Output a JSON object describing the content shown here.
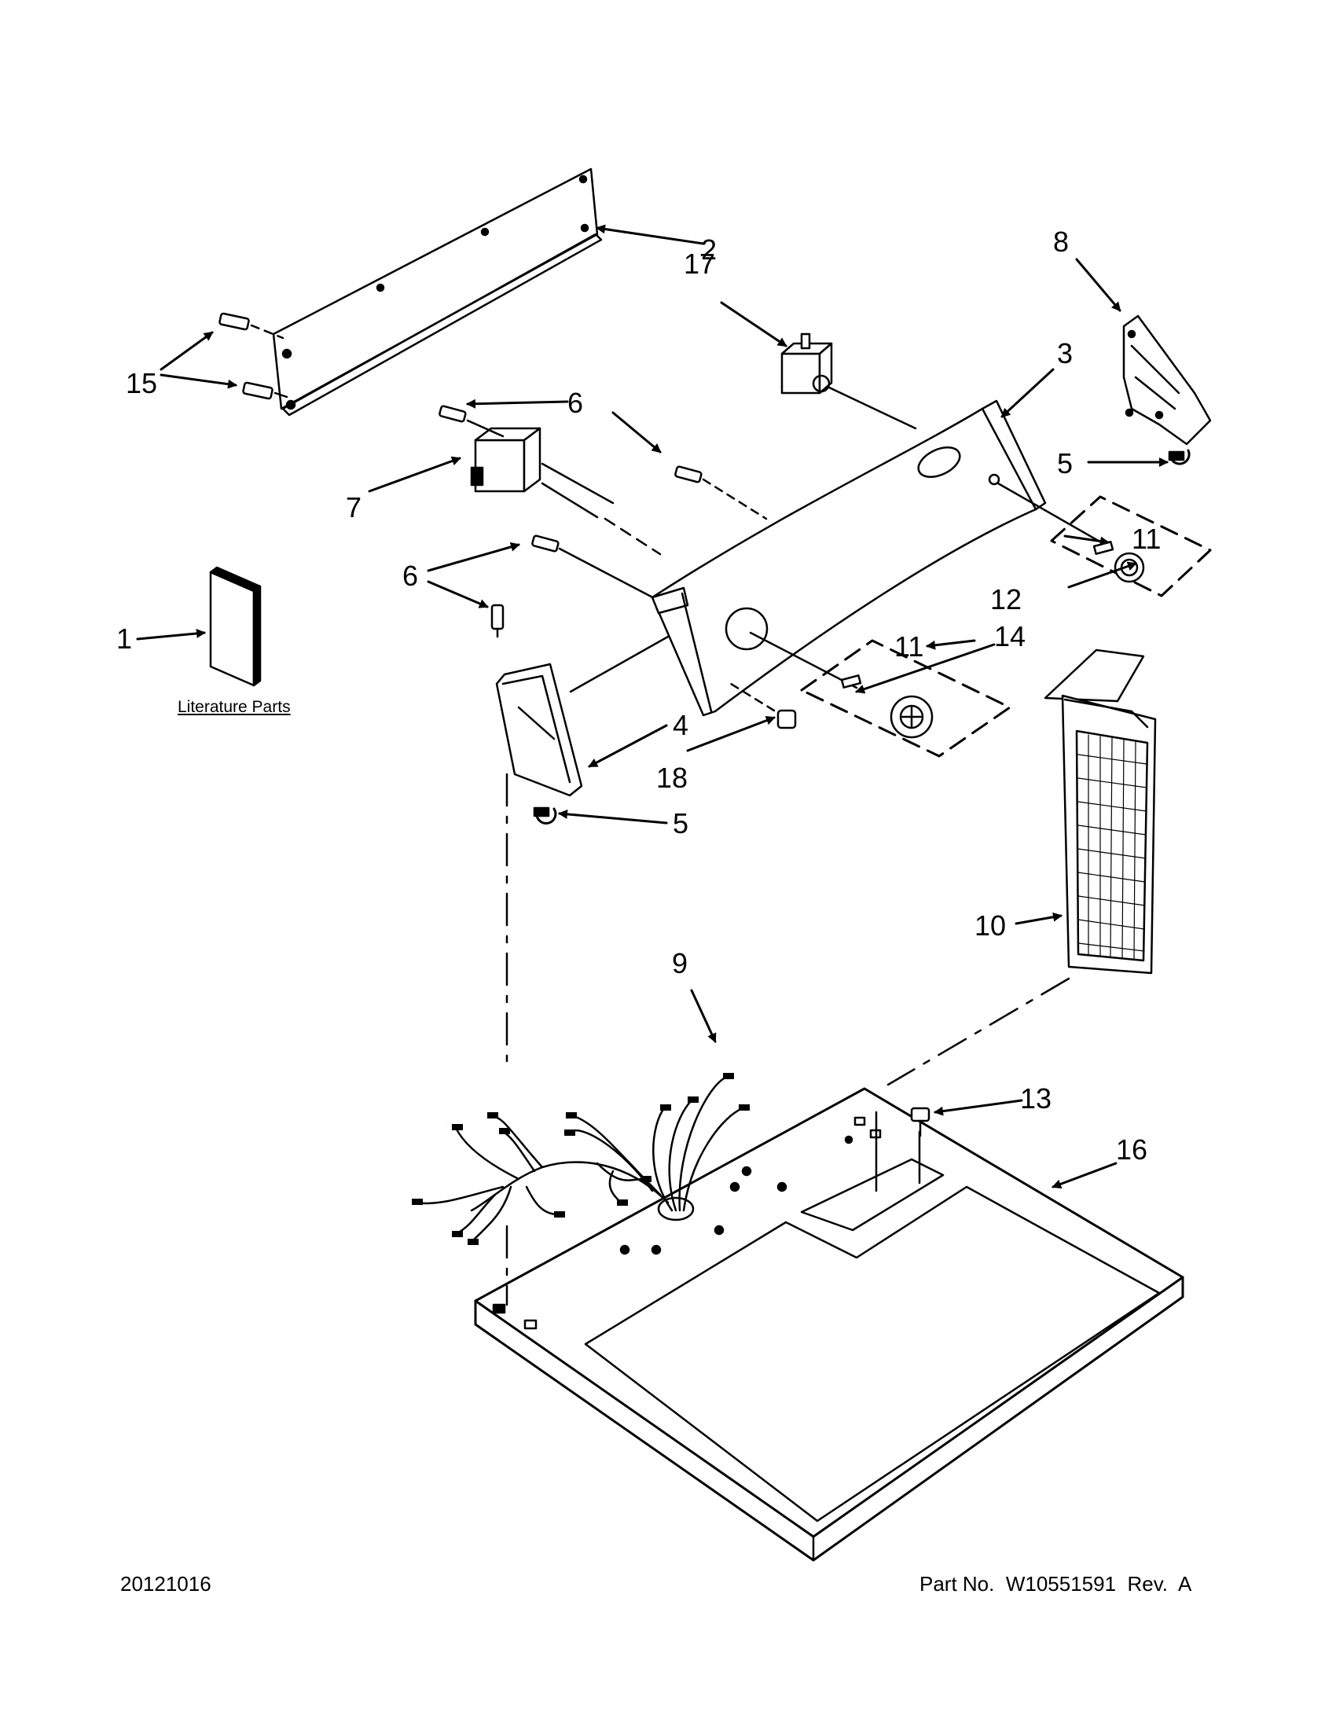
{
  "callouts": [
    "1",
    "2",
    "3",
    "4",
    "5",
    "5",
    "6",
    "6",
    "7",
    "8",
    "9",
    "10",
    "11",
    "11",
    "12",
    "13",
    "14",
    "15",
    "16",
    "17",
    "18"
  ],
  "literature_label": "Literature Parts",
  "footer": {
    "date_code": "20121016",
    "part_number": "Part No.  W10551591  Rev.  A"
  }
}
